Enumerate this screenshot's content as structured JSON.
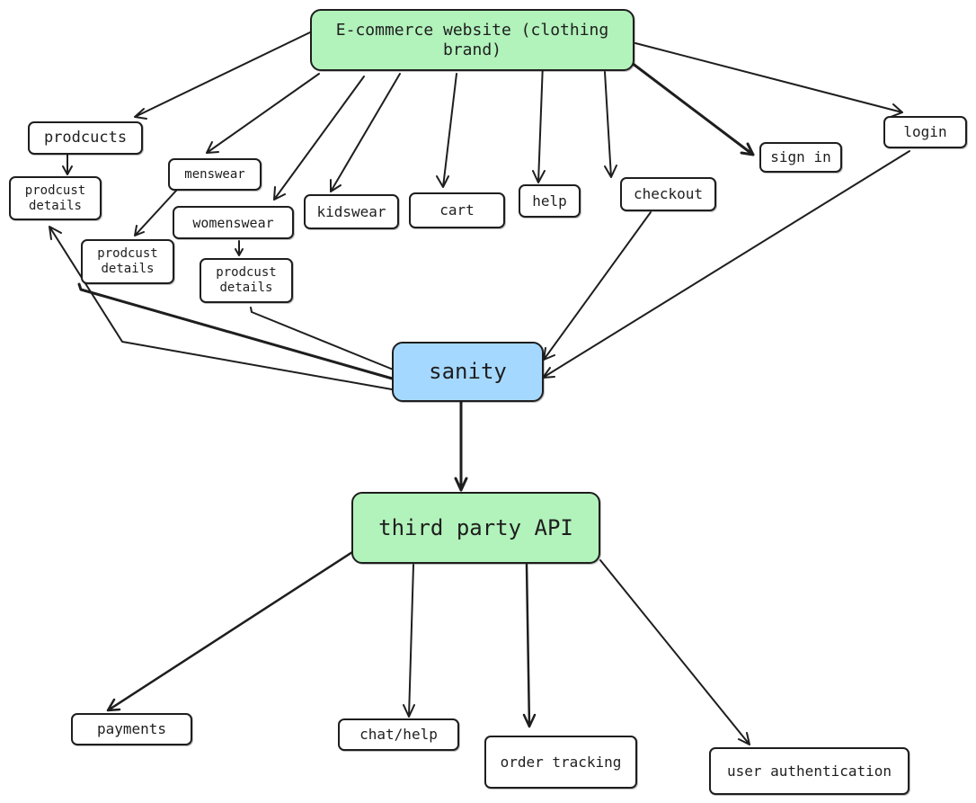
{
  "colors": {
    "stroke": "#1e1e1e",
    "green": "#b2f2bb",
    "blue": "#a5d8ff",
    "white": "#ffffff"
  },
  "nodes": {
    "ecommerce": "E-commerce website (clothing brand)",
    "prodcucts": "prodcucts",
    "prodcust_details_1": "prodcust details",
    "menswear": "menswear",
    "prodcust_details_2": "prodcust details",
    "womenswear": "womenswear",
    "prodcust_details_3": "prodcust details",
    "kidswear": "kidswear",
    "cart": "cart",
    "help": "help",
    "checkout": "checkout",
    "sign_in": "sign in",
    "login": "login",
    "sanity": "sanity",
    "third_party_api": "third party API",
    "payments": "payments",
    "chat_help": "chat/help",
    "order_tracking": "order tracking",
    "user_authentication": "user authentication"
  }
}
